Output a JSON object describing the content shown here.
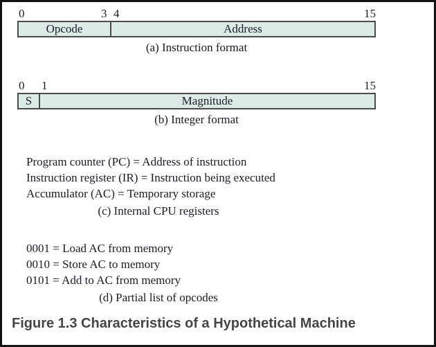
{
  "colors": {
    "bar_fill": "#dcebe7",
    "bar_border": "#4a4a4a",
    "text": "#1b1b28",
    "caption_color": "#454545"
  },
  "instruction_format": {
    "bit_labels": [
      "0",
      "3",
      "4",
      "15"
    ],
    "fields": [
      {
        "label": "Opcode",
        "bits": "0-3"
      },
      {
        "label": "Address",
        "bits": "4-15"
      }
    ],
    "caption": "(a) Instruction format"
  },
  "integer_format": {
    "bit_labels": [
      "0",
      "1",
      "15"
    ],
    "fields": [
      {
        "label": "S",
        "bits": "0"
      },
      {
        "label": "Magnitude",
        "bits": "1-15"
      }
    ],
    "caption": "(b) Integer format"
  },
  "cpu_registers": {
    "lines": [
      "Program counter (PC) = Address of instruction",
      "Instruction register (IR) = Instruction being executed",
      "Accumulator (AC) = Temporary storage"
    ],
    "caption": "(c) Internal CPU registers"
  },
  "opcodes": {
    "lines": [
      "0001 = Load AC from memory",
      "0010 = Store AC to memory",
      "0101 = Add to AC from memory"
    ],
    "caption": "(d) Partial list of opcodes"
  },
  "figure_caption": "Figure 1.3 Characteristics of a Hypothetical Machine"
}
